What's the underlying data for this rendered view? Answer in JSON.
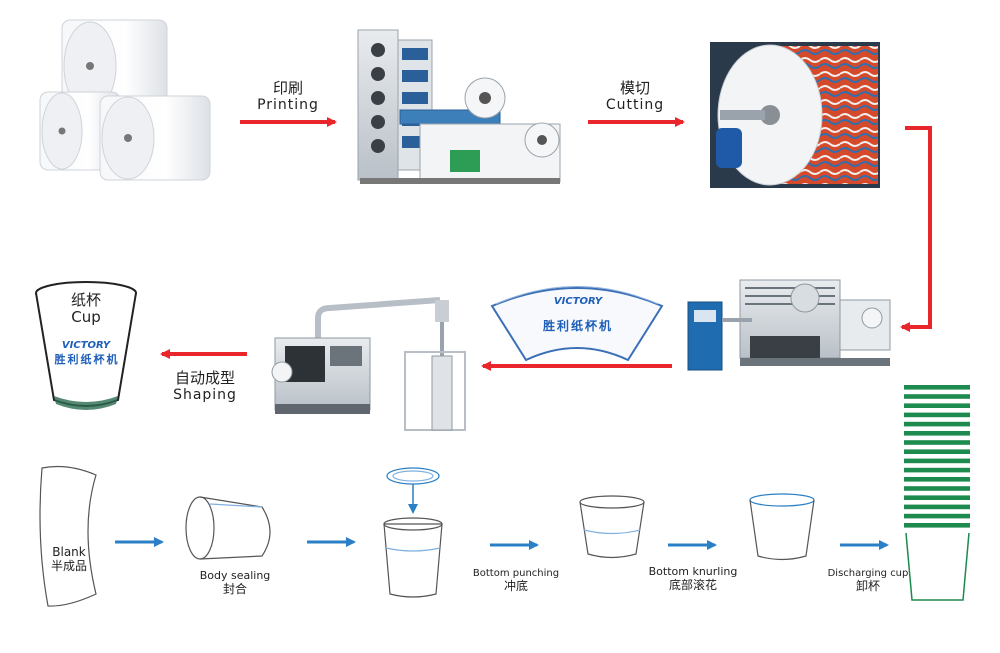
{
  "stages": {
    "printing": {
      "zh": "印刷",
      "en": "Printing"
    },
    "cutting": {
      "zh": "模切",
      "en": "Cutting"
    },
    "shaping": {
      "zh": "自动成型",
      "en": "Shaping"
    }
  },
  "cup": {
    "zh": "纸杯",
    "en": "Cup"
  },
  "brand": {
    "logo": "VICTORY",
    "name": "胜利纸杯机",
    "name_vertical": [
      "胜",
      "利",
      "纸",
      "杯",
      "机"
    ]
  },
  "steps": [
    {
      "en": "Blank",
      "zh": "半成品"
    },
    {
      "en": "Body sealing",
      "zh": "封合"
    },
    {
      "en": "Bottom punching",
      "zh": "冲底"
    },
    {
      "en": "Bottom knurling",
      "zh": "底部滚花"
    },
    {
      "en": "Discharging cup",
      "zh": "卸杯"
    }
  ],
  "colors": {
    "red_arrow": "#e8262b",
    "blue_arrow": "#2a7fc6",
    "green_stripe": "#1d8a4e",
    "brand_blue": "#1f5fb8"
  }
}
